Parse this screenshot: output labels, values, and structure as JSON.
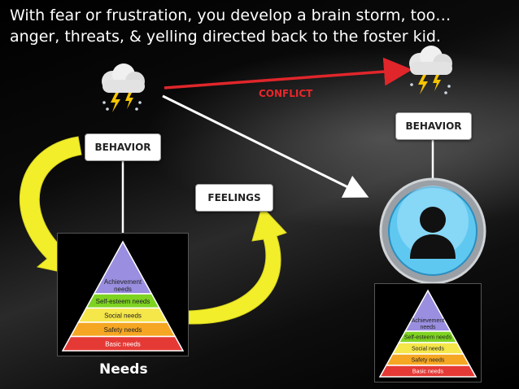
{
  "title": {
    "line1": "With fear or frustration, you develop a brain storm, too…",
    "line2": "anger, threats, & yelling directed back to the foster kid."
  },
  "labels": {
    "behavior_left": "BEHAVIOR",
    "behavior_right": "BEHAVIOR",
    "feelings": "FEELINGS",
    "conflict": "CONFLICT",
    "needs": "Needs"
  },
  "pyramid": {
    "levels": [
      {
        "label": "Achievement needs",
        "color": "#9a8ee0"
      },
      {
        "label": "Self-esteem needs",
        "color": "#7ed321"
      },
      {
        "label": "Social needs",
        "color": "#f5e64a"
      },
      {
        "label": "Safety needs",
        "color": "#f5a623"
      },
      {
        "label": "Basic needs",
        "color": "#e53935"
      }
    ]
  },
  "colors": {
    "conflict_arrow": "#e0262b",
    "cycle_arrow": "#f2ee2a",
    "avatar_ring": "#5fc8f0"
  },
  "icons": [
    "storm-cloud-icon",
    "person-silhouette-icon"
  ]
}
